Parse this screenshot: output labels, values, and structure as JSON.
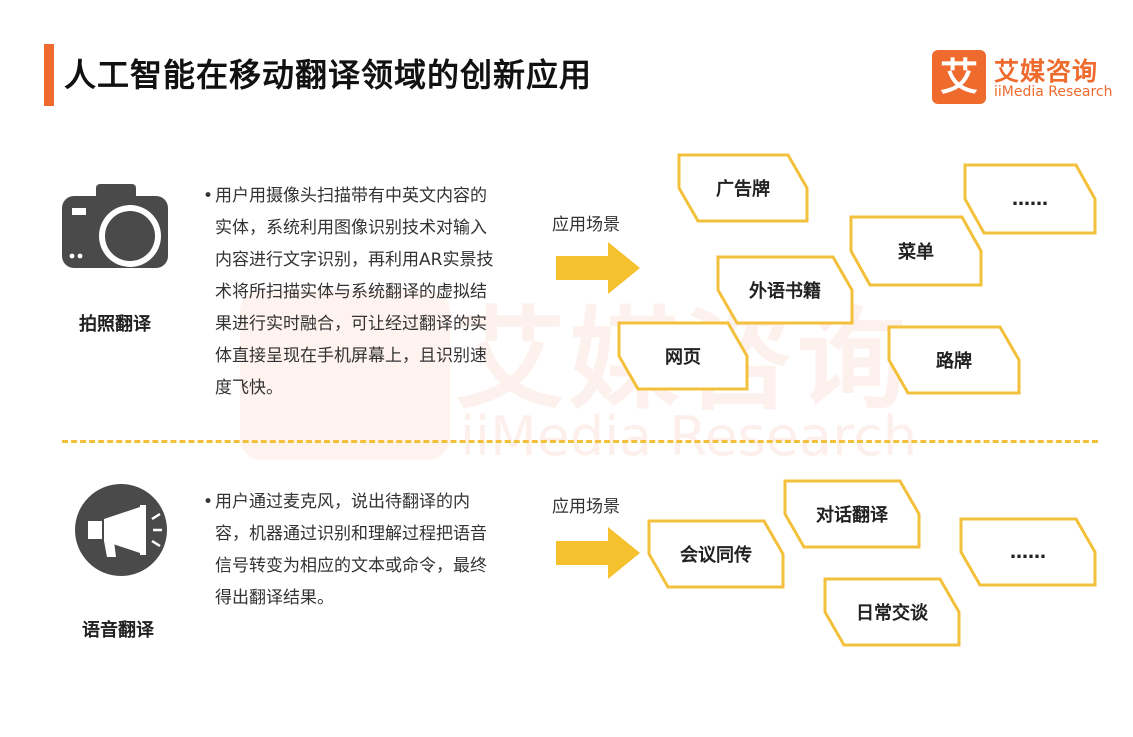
{
  "title": "人工智能在移动翻译领域的创新应用",
  "brand": {
    "mark": "艾",
    "name": "艾媒咨询",
    "name_en": "iiMedia Research"
  },
  "watermark": {
    "name": "艾媒咨询",
    "name_en": "iiMedia Research"
  },
  "accent_color": "#ef6b2d",
  "tag_border_color": "#f3c03b",
  "sections": [
    {
      "icon": "camera-icon",
      "label": "拍照翻译",
      "bullet": "•",
      "lines": [
        "用户用摄像头扫描带有中英文内容的",
        "实体，系统利用图像识别技术对输入",
        "内容进行文字识别，再利用AR实景技",
        "术将所扫描实体与系统翻译的虚拟结",
        "果进行实时融合，可让经过翻译的实",
        "体直接呈现在手机屏幕上，且识别速",
        "度飞快。"
      ],
      "scene_label": "应用场景",
      "tags": [
        "广告牌",
        "……",
        "菜单",
        "外语书籍",
        "网页",
        "路牌"
      ]
    },
    {
      "icon": "megaphone-icon",
      "label": "语音翻译",
      "bullet": "•",
      "lines": [
        "用户通过麦克风，说出待翻译的内",
        "容，机器通过识别和理解过程把语音",
        "信号转变为相应的文本或命令，最终",
        "得出翻译结果。"
      ],
      "scene_label": "应用场景",
      "tags": [
        "对话翻译",
        "会议同传",
        "……",
        "日常交谈"
      ]
    }
  ]
}
